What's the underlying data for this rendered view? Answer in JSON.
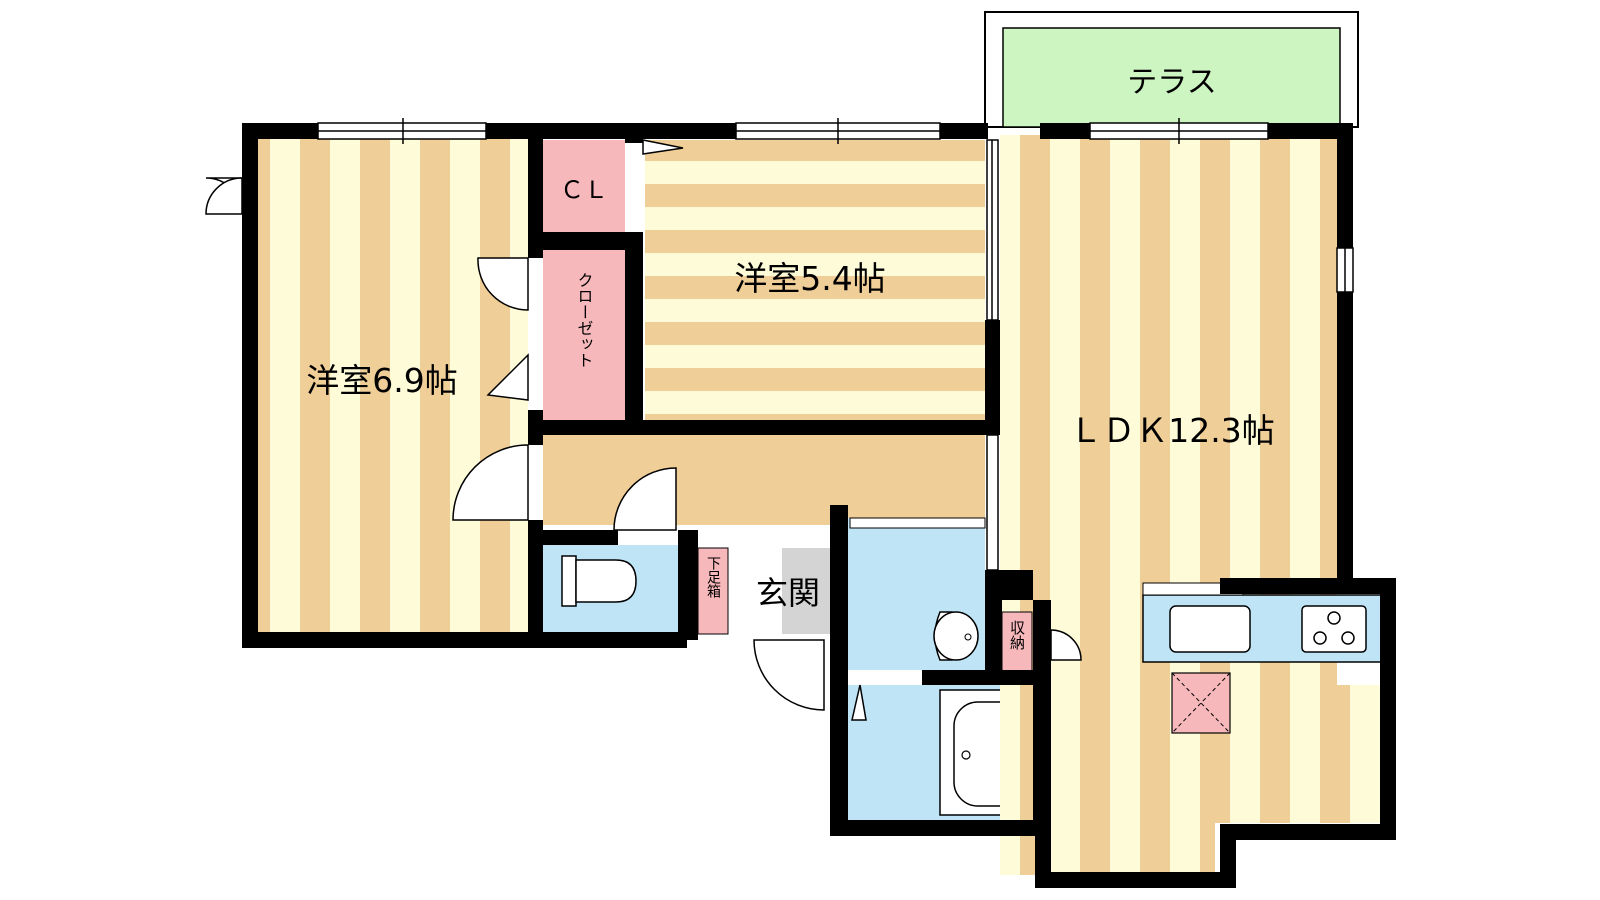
{
  "rooms": {
    "terrace": "テラス",
    "western_room_a": "洋室5.4帖",
    "western_room_b": "洋室6.9帖",
    "ldk": "ＬＤＫ12.3帖",
    "cl": "ＣＬ",
    "closet": "クローゼット",
    "entrance": "玄関",
    "shoe_box": "下足箱",
    "storage": "収納"
  },
  "colors": {
    "wall": "#000000",
    "floor_stripe_dark": "#f0ce98",
    "floor_stripe_light": "#fdfbd8",
    "wet_area": "#bfe4f6",
    "storage_pink": "#f7b8bb",
    "terrace_green": "#cdf5c1",
    "hallway": "#f0ce98",
    "entrance_gray": "#d4d4d4"
  }
}
